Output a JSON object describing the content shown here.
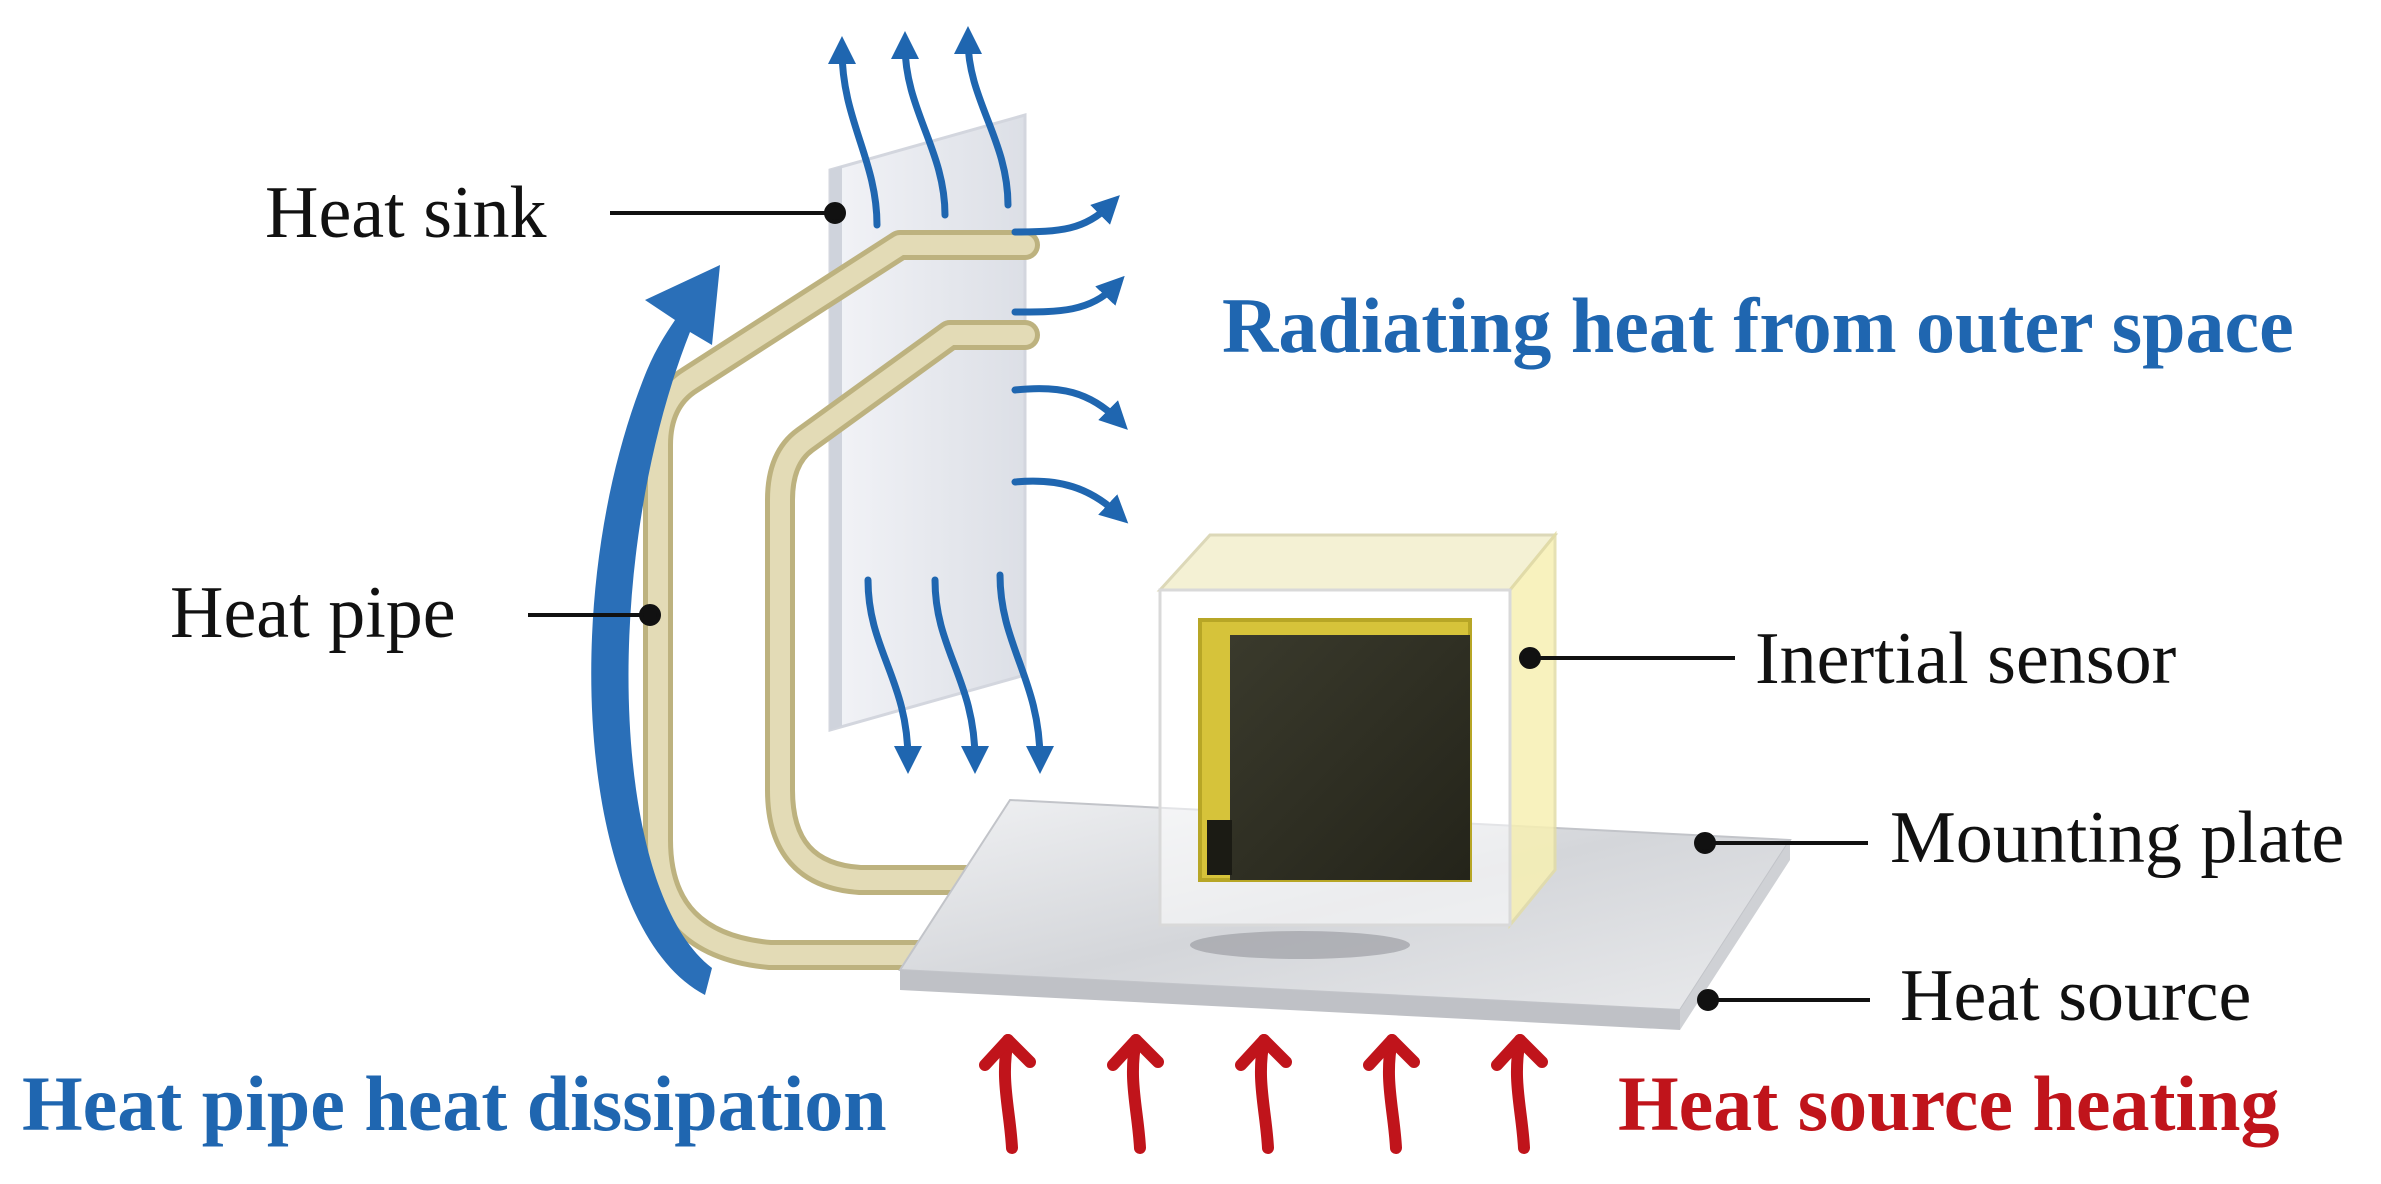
{
  "labels": {
    "heat_sink": "Heat sink",
    "heat_pipe": "Heat pipe",
    "inertial_sensor": "Inertial sensor",
    "mounting_plate": "Mounting plate",
    "heat_source": "Heat source"
  },
  "headlines": {
    "radiating": "Radiating heat from outer space",
    "dissipation": "Heat pipe heat dissipation",
    "heating": "Heat source heating"
  },
  "colors": {
    "blue_accent": "#1f66b0",
    "red_accent": "#c0141b",
    "heat_pipe": "#d8cfa4",
    "heat_sink": "#e7e9ef",
    "plate": "#d9dadd",
    "sensor_core": "#2f2f24",
    "sensor_frame": "#d8c840"
  }
}
